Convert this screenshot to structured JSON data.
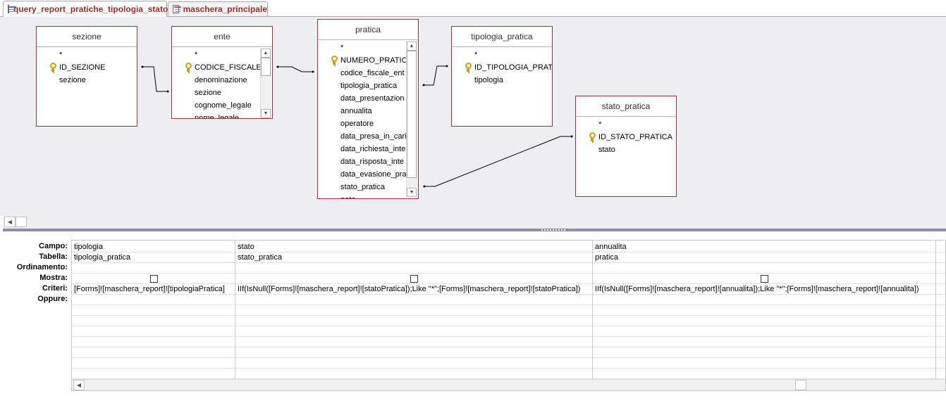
{
  "tabs": [
    {
      "label": "query_report_pratiche_tipologia_stato",
      "icon": "query-icon",
      "active": true
    },
    {
      "label": "maschera_principale",
      "icon": "form-icon",
      "active": false
    }
  ],
  "tables": {
    "sezione": {
      "title": "sezione",
      "fields": [
        "*",
        "ID_SEZIONE",
        "sezione"
      ]
    },
    "ente": {
      "title": "ente",
      "fields": [
        "*",
        "CODICE_FISCALE",
        "denominazione",
        "sezione",
        "cognome_legale",
        "nome_legale"
      ]
    },
    "pratica": {
      "title": "pratica",
      "fields": [
        "*",
        "NUMERO_PRATICA",
        "codice_fiscale_ent",
        "tipologia_pratica",
        "data_presentazion",
        "annualita",
        "operatore",
        "data_presa_in_cari",
        "data_richiesta_inte",
        "data_risposta_inte",
        "data_evasione_pra",
        "stato_pratica",
        "note"
      ]
    },
    "tipologia_pratica": {
      "title": "tipologia_pratica",
      "fields": [
        "*",
        "ID_TIPOLOGIA_PRATIC",
        "tipologia"
      ]
    },
    "stato_pratica": {
      "title": "stato_pratica",
      "fields": [
        "*",
        "ID_STATO_PRATICA",
        "stato"
      ]
    }
  },
  "grid": {
    "row_labels": [
      "Campo:",
      "Tabella:",
      "Ordinamento:",
      "Mostra:",
      "Criteri:",
      "Oppure:"
    ],
    "columns": [
      {
        "campo": "tipologia",
        "tabella": "tipologia_pratica",
        "ordinamento": "",
        "mostra": false,
        "criteri": "[Forms]![maschera_report]![tipologiaPratica]"
      },
      {
        "campo": "stato",
        "tabella": "stato_pratica",
        "ordinamento": "",
        "mostra": false,
        "criteri": "IIf(IsNull([Forms]![maschera_report]![statoPratica]);Like \"*\";[Forms]![maschera_report]![statoPratica])"
      },
      {
        "campo": "annualita",
        "tabella": "pratica",
        "ordinamento": "",
        "mostra": false,
        "criteri": "IIf(IsNull([Forms]![maschera_report]![annualita]);Like \"*\";[Forms]![maschera_report]![annualita])"
      }
    ]
  }
}
